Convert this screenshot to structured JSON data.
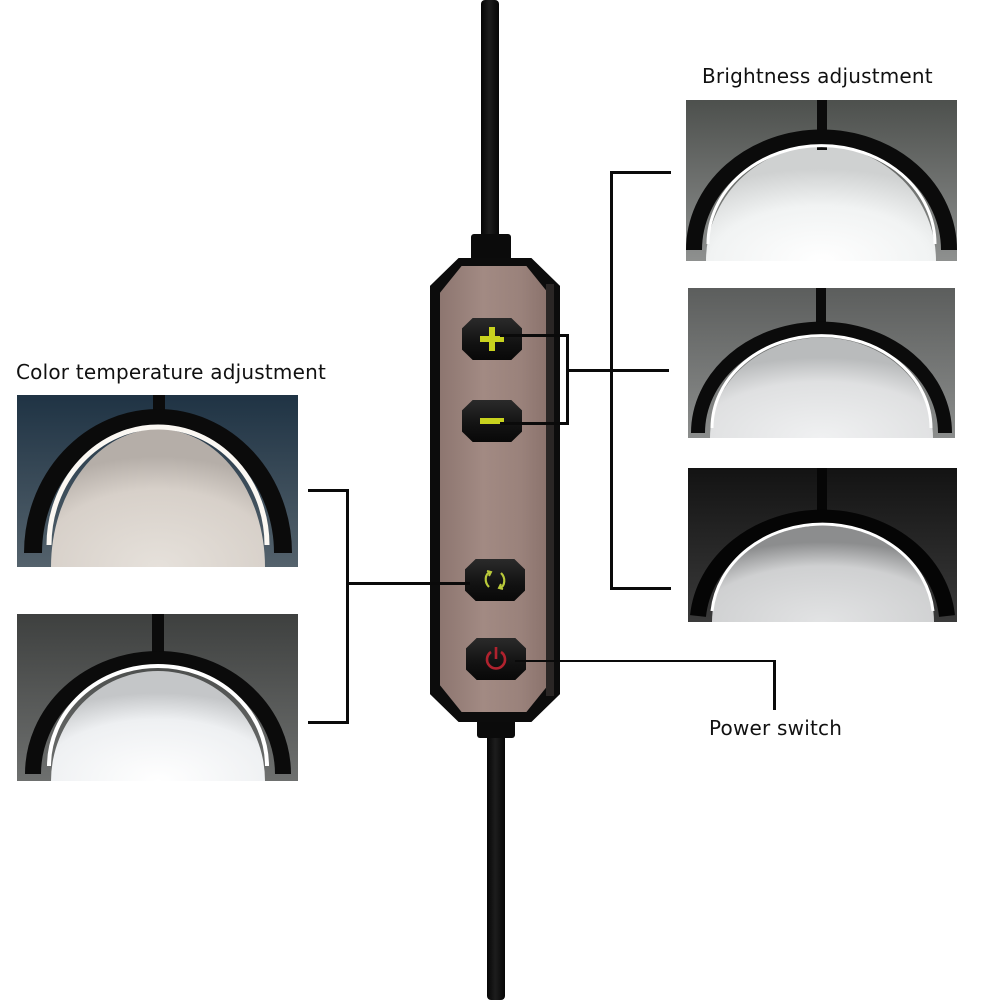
{
  "labels": {
    "brightness": "Brightness adjustment",
    "color_temperature": "Color temperature adjustment",
    "power": "Power switch"
  },
  "controller": {
    "buttons": [
      {
        "id": "plus",
        "icon": "plus-icon",
        "symbol": "+",
        "color": "#c8d21e"
      },
      {
        "id": "minus",
        "icon": "minus-icon",
        "symbol": "−",
        "color": "#c8d21e"
      },
      {
        "id": "cycle",
        "icon": "color-cycle-icon",
        "symbol": "⟲⟳",
        "color": "#b9c93a"
      },
      {
        "id": "power",
        "icon": "power-icon",
        "symbol": "⏻",
        "color": "#b0222e"
      }
    ],
    "body_color": "#9a827b",
    "frame_color": "#0c0c0c"
  },
  "photos": {
    "brightness": [
      {
        "level": "high",
        "bg": "#5a5d5a",
        "glow": "#f4f6f6"
      },
      {
        "level": "medium",
        "bg": "#6b6d6c",
        "glow": "#e8e9ea"
      },
      {
        "level": "low",
        "bg": "#1a1a1a",
        "glow": "#d9dadb"
      }
    ],
    "color_temperature": [
      {
        "tone": "warm",
        "bg": "#24384a",
        "glow": "#ddd6cf"
      },
      {
        "tone": "cool",
        "bg": "#4a4c4b",
        "glow": "#f1f3f5"
      }
    ]
  }
}
